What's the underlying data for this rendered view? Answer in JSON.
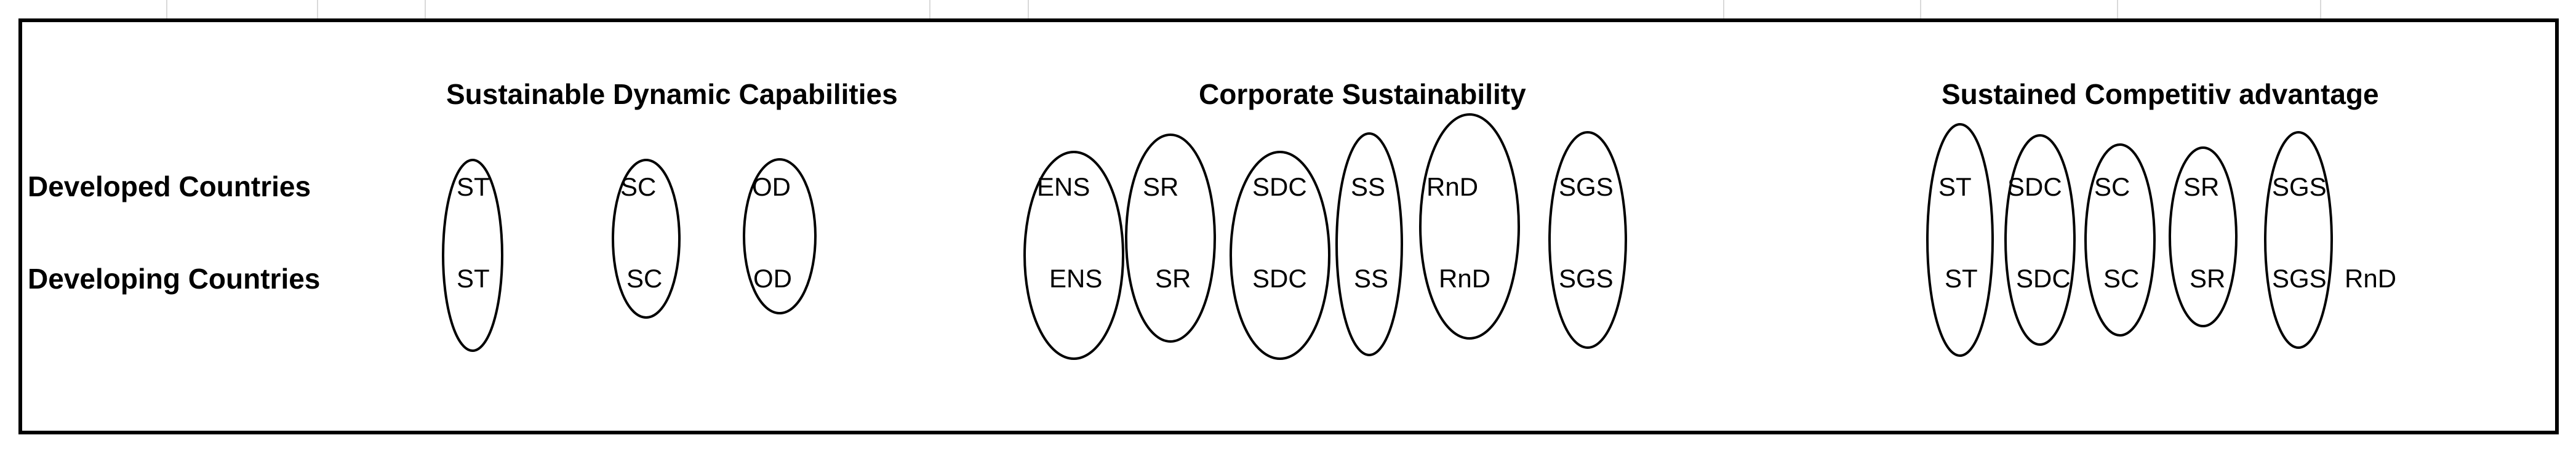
{
  "headers": {
    "dynamic_capabilities": "Sustainable Dynamic Capabilities",
    "corporate_sustainability": "Corporate Sustainability",
    "competitive_advantage": "Sustained Competitiv advantage"
  },
  "rows": {
    "developed": "Developed Countries",
    "developing": "Developing Countries"
  },
  "dynamic_capabilities": {
    "developed": [
      "ST",
      "SC",
      "OD"
    ],
    "developing": [
      "ST",
      "SC",
      "OD"
    ]
  },
  "corporate_sustainability": {
    "developed": [
      "ENS",
      "SR",
      "SDC",
      "SS",
      "RnD",
      "SGS"
    ],
    "developing": [
      "ENS",
      "SR",
      "SDC",
      "SS",
      "RnD",
      "SGS"
    ]
  },
  "competitive_advantage": {
    "developed": [
      "ST",
      "SDC",
      "SC",
      "SR",
      "SGS"
    ],
    "developing": [
      "ST",
      "SDC",
      "SC",
      "SR",
      "SGS",
      "RnD"
    ]
  }
}
